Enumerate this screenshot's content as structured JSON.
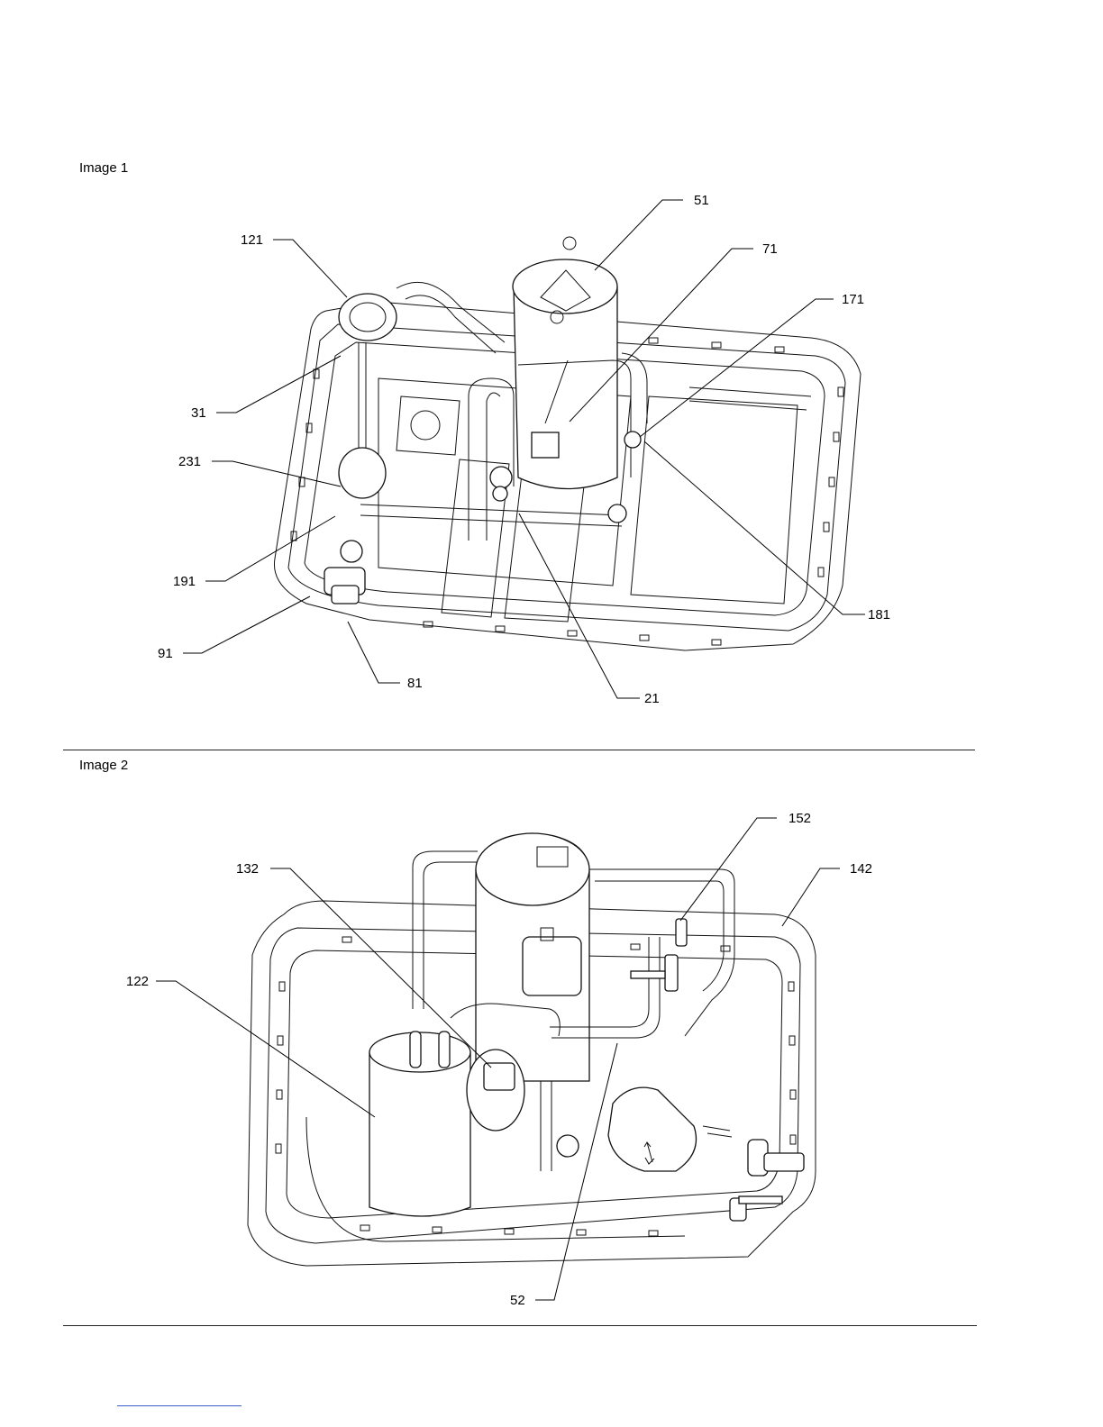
{
  "image1": {
    "label": "Image 1",
    "callouts": [
      "51",
      "71",
      "171",
      "121",
      "31",
      "231",
      "191",
      "91",
      "81",
      "21",
      "181"
    ]
  },
  "image2": {
    "label": "Image 2",
    "callouts": [
      "152",
      "142",
      "132",
      "122",
      "52"
    ]
  }
}
